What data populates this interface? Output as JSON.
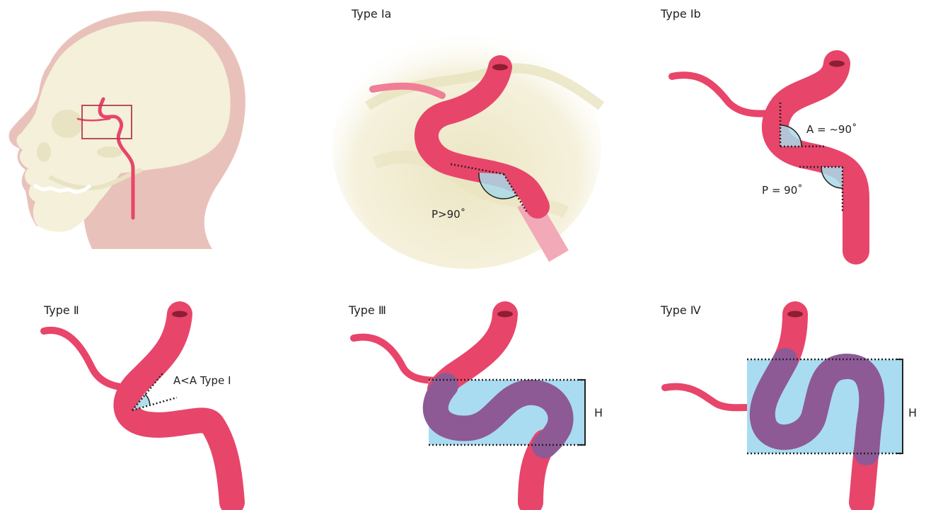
{
  "panels": {
    "type_1a": {
      "title": "Type Ⅰa",
      "angle_label": "P>90˚"
    },
    "type_1b": {
      "title": "Type Ⅰb",
      "angle_a_label": "A = ~90˚",
      "angle_p_label": "P = 90˚"
    },
    "type_2": {
      "title": "Type Ⅱ",
      "angle_label": "A<A Type Ⅰ"
    },
    "type_3": {
      "title": "Type Ⅲ",
      "height_label": "H"
    },
    "type_4": {
      "title": "Type Ⅳ",
      "height_label": "H"
    }
  },
  "colors": {
    "artery": "#e8456a",
    "artery_highlight": "#f07e96",
    "artery_lumen": "#8d1e33",
    "angle_fill": "#a8dbe8",
    "height_box": "#a9dcf0",
    "overlap": "#8d5a96",
    "skull": "#f4f0da",
    "head_skin": "#e9c1bb",
    "bone_shade": "#e9e4c4"
  }
}
